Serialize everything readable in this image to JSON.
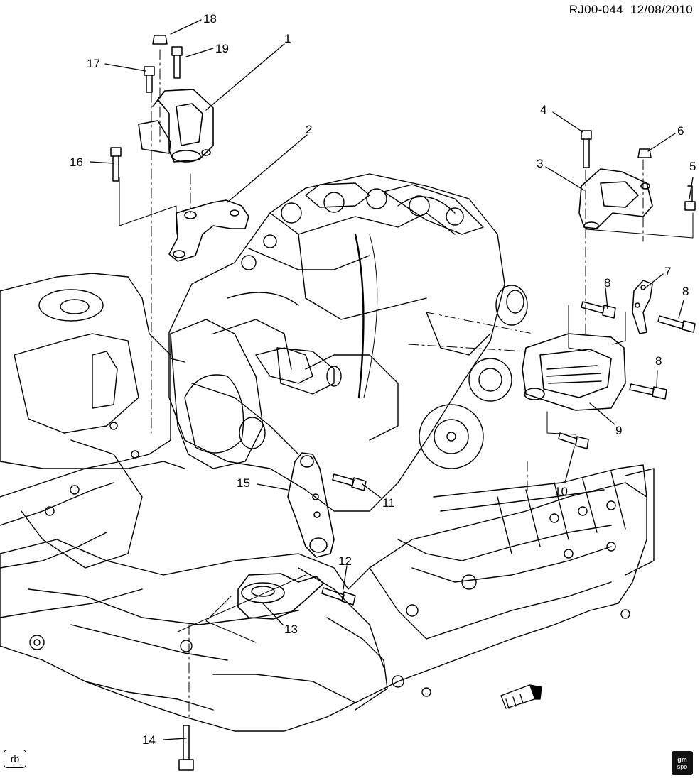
{
  "header": {
    "diagram_id": "RJ00-044",
    "date": "12/08/2010"
  },
  "callouts": [
    {
      "id": "c1",
      "label": "1"
    },
    {
      "id": "c2",
      "label": "2"
    },
    {
      "id": "c3",
      "label": "3"
    },
    {
      "id": "c4",
      "label": "4"
    },
    {
      "id": "c5",
      "label": "5"
    },
    {
      "id": "c6",
      "label": "6"
    },
    {
      "id": "c7",
      "label": "7"
    },
    {
      "id": "c8a",
      "label": "8"
    },
    {
      "id": "c8b",
      "label": "8"
    },
    {
      "id": "c8c",
      "label": "8"
    },
    {
      "id": "c9",
      "label": "9"
    },
    {
      "id": "c10",
      "label": "10"
    },
    {
      "id": "c11",
      "label": "11"
    },
    {
      "id": "c12",
      "label": "12"
    },
    {
      "id": "c13",
      "label": "13"
    },
    {
      "id": "c14",
      "label": "14"
    },
    {
      "id": "c15",
      "label": "15"
    },
    {
      "id": "c16",
      "label": "16"
    },
    {
      "id": "c17",
      "label": "17"
    },
    {
      "id": "c18",
      "label": "18"
    },
    {
      "id": "c19",
      "label": "19"
    }
  ],
  "footer": {
    "tag": "rb",
    "logo_line1": "gm",
    "logo_line2": "spo"
  },
  "colors": {
    "ink": "#000000",
    "paper": "#ffffff"
  },
  "icons": [
    "front-arrow-icon",
    "gm-spo-logo-icon"
  ]
}
